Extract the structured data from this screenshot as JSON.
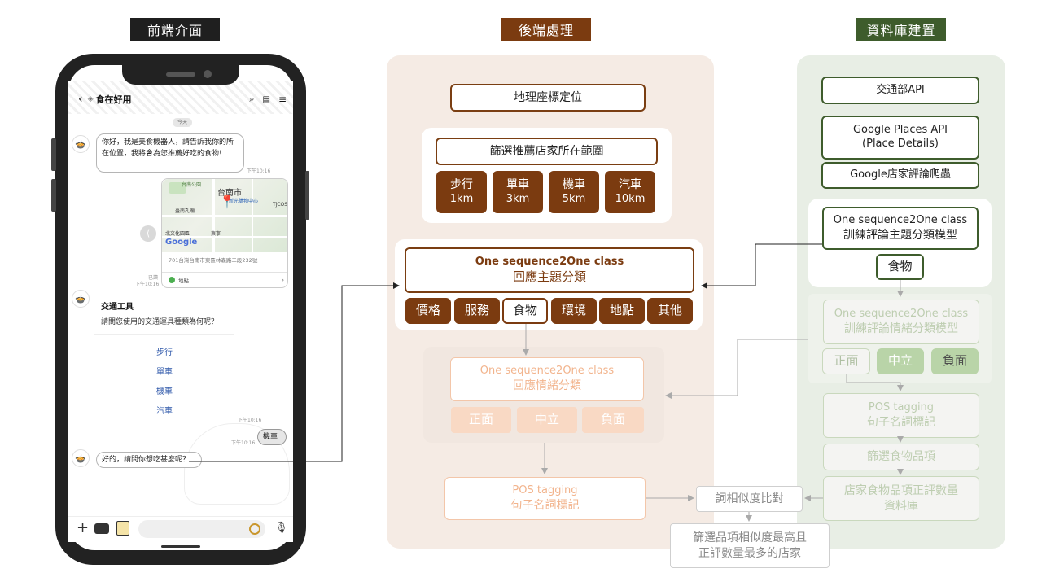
{
  "headers": {
    "frontend": "前端介面",
    "backend": "後端處理",
    "database": "資料庫建置"
  },
  "colors": {
    "frontend_header": "#1f1f1f",
    "backend_header": "#7b3b10",
    "database_header": "#3e5c2c",
    "backend_panel": "#f5ebe4",
    "database_panel": "#e8eee5"
  },
  "phone": {
    "title": "食在好用",
    "date_pill": "今天",
    "bot_greeting": "你好，我是美食機器人，請告訴我你的所在位置，我將會為您推薦好吃的食物!",
    "time_1": "下午10:16",
    "map_city": "台南市",
    "map_place_1": "台南公園",
    "map_place_2": "新光購物中心",
    "map_place_3": "臺南孔廟",
    "map_place_4": "北文化園區",
    "map_place_5": "東寧",
    "map_place_6": "TjCOS",
    "map_logo": "Google",
    "map_address": "701台灣台南市東區林森路二段232號",
    "map_link": "地點",
    "read_label": "已讀",
    "time_2": "下午10:16",
    "transport_title": "交通工具",
    "transport_question": "請問您使用的交通運具種類為何呢？",
    "options": [
      "步行",
      "單車",
      "機車",
      "汽車"
    ],
    "time_3": "下午10:16",
    "user_reply": "機車",
    "time_4": "下午10:16",
    "bot_followup": "好的，請問你想吃甚麼呢？"
  },
  "backend": {
    "geo": "地理座標定位",
    "filter": "篩選推薦店家所在範圍",
    "ranges": [
      {
        "mode": "步行",
        "dist": "1km"
      },
      {
        "mode": "單車",
        "dist": "3km"
      },
      {
        "mode": "機車",
        "dist": "5km"
      },
      {
        "mode": "汽車",
        "dist": "10km"
      }
    ],
    "topic_title": "One sequence2One class",
    "topic_sub": "回應主題分類",
    "topics": [
      "價格",
      "服務",
      "食物",
      "環境",
      "地點",
      "其他"
    ],
    "emotion_title": "One sequence2One class",
    "emotion_sub": "回應情緒分類",
    "emotions": [
      "正面",
      "中立",
      "負面"
    ],
    "pos_title": "POS tagging",
    "pos_sub": "句子名詞標記",
    "similarity": "詞相似度比對",
    "result_line1": "篩選品項相似度最高且",
    "result_line2": "正評數量最多的店家"
  },
  "database": {
    "api": "交通部API",
    "places_line1": "Google Places API",
    "places_line2": "(Place Details)",
    "crawler": "Google店家評論爬蟲",
    "topic_model_title": "One sequence2One class",
    "topic_model_sub": "訓練評論主題分類模型",
    "food_tag": "食物",
    "emotion_model_title": "One sequence2One class",
    "emotion_model_sub": "訓練評論情緒分類模型",
    "emotions": [
      "正面",
      "中立",
      "負面"
    ],
    "pos_title": "POS tagging",
    "pos_sub": "句子名詞標記",
    "food_filter": "篩選食物品項",
    "db_line1": "店家食物品項正評數量",
    "db_line2": "資料庫"
  }
}
